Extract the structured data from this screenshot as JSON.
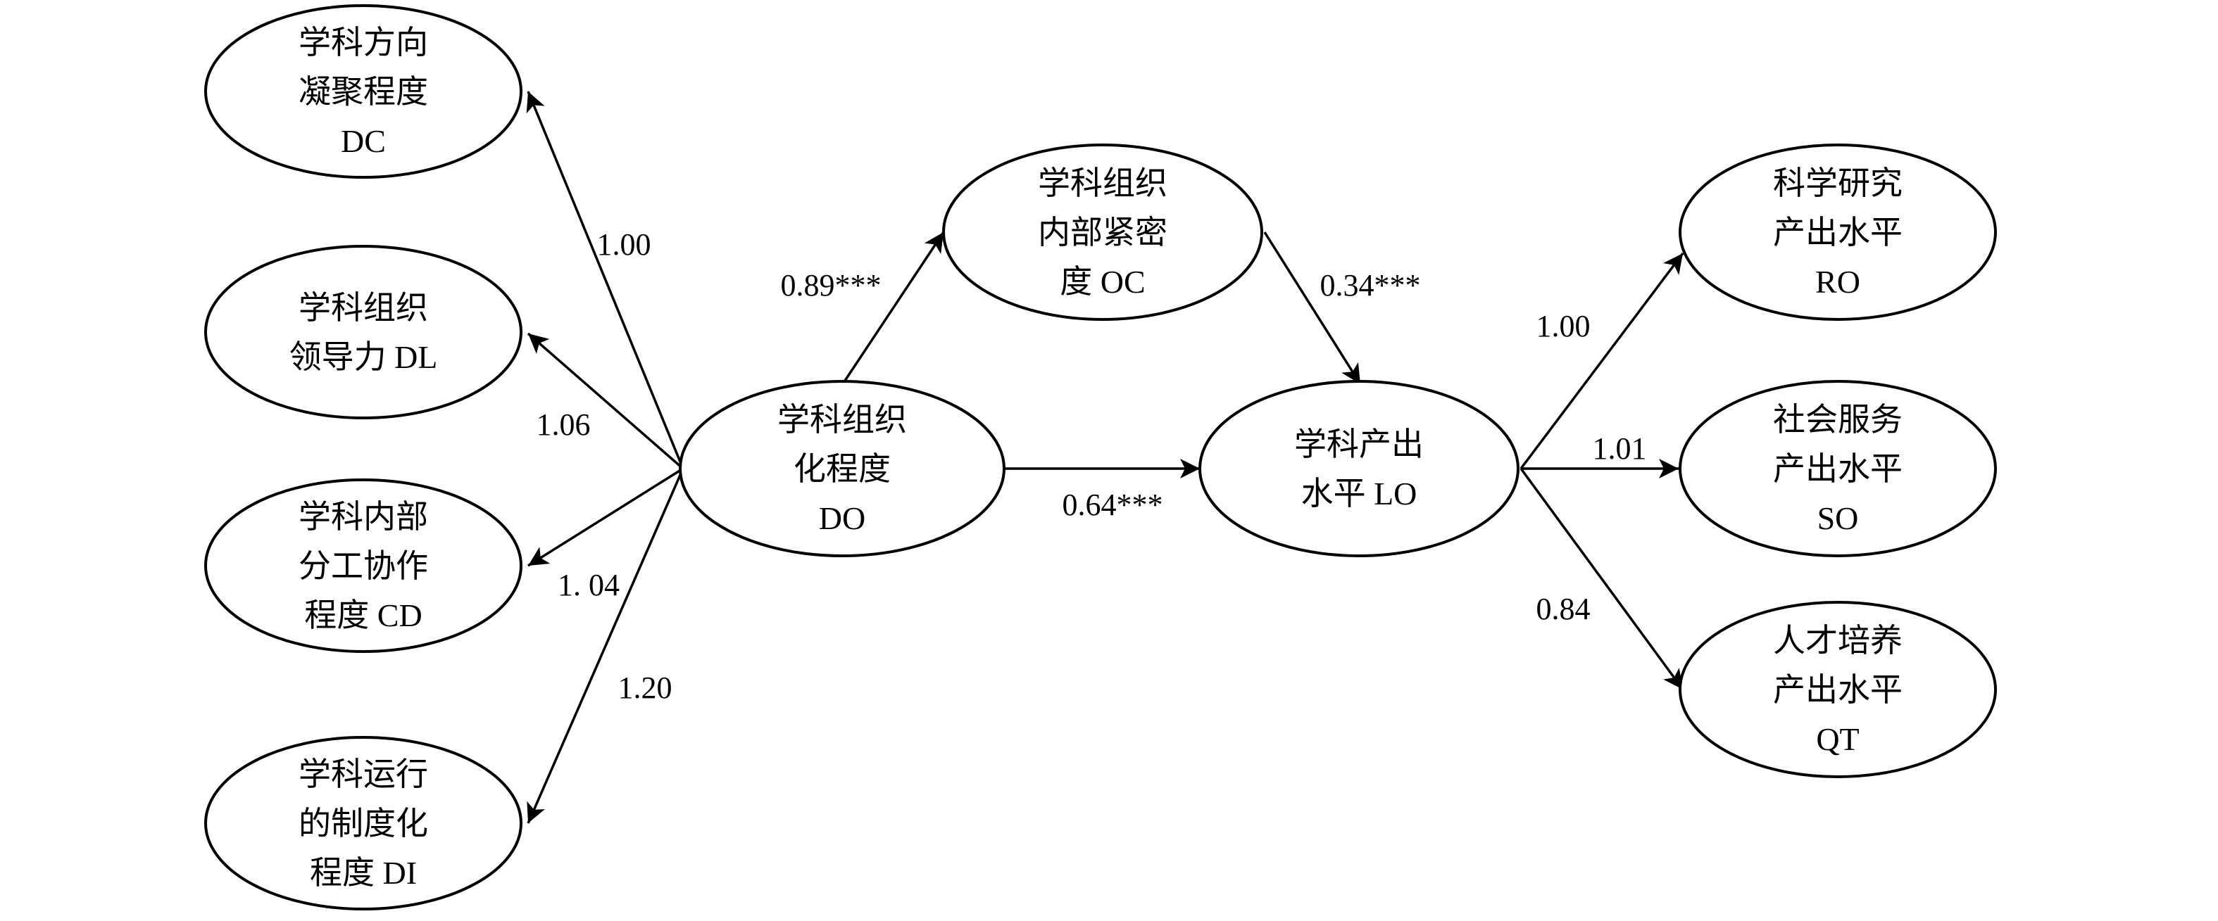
{
  "nodes": {
    "DC": {
      "lines": [
        "学科方向",
        "凝聚程度",
        "DC"
      ]
    },
    "DL": {
      "lines": [
        "学科组织",
        "领导力 DL"
      ]
    },
    "CD": {
      "lines": [
        "学科内部",
        "分工协作",
        "程度 CD"
      ]
    },
    "DI": {
      "lines": [
        "学科运行",
        "的制度化",
        "程度 DI"
      ]
    },
    "DO": {
      "lines": [
        "学科组织",
        "化程度",
        "DO"
      ]
    },
    "OC": {
      "lines": [
        "学科组织",
        "内部紧密",
        "度 OC"
      ]
    },
    "LO": {
      "lines": [
        "学科产出",
        "水平 LO"
      ]
    },
    "RO": {
      "lines": [
        "科学研究",
        "产出水平",
        "RO"
      ]
    },
    "SO": {
      "lines": [
        "社会服务",
        "产出水平",
        "SO"
      ]
    },
    "QT": {
      "lines": [
        "人才培养",
        "产出水平",
        "QT"
      ]
    }
  },
  "edges": [
    {
      "from": "DO",
      "to": "DC",
      "label": "1.00"
    },
    {
      "from": "DO",
      "to": "DL",
      "label": "1.06"
    },
    {
      "from": "DO",
      "to": "CD",
      "label": "1. 04"
    },
    {
      "from": "DO",
      "to": "DI",
      "label": "1.20"
    },
    {
      "from": "DO",
      "to": "OC",
      "label": "0.89***"
    },
    {
      "from": "OC",
      "to": "LO",
      "label": "0.34***"
    },
    {
      "from": "DO",
      "to": "LO",
      "label": "0.64***"
    },
    {
      "from": "LO",
      "to": "RO",
      "label": "1.00"
    },
    {
      "from": "LO",
      "to": "SO",
      "label": "1.01"
    },
    {
      "from": "LO",
      "to": "QT",
      "label": "0.84"
    }
  ]
}
